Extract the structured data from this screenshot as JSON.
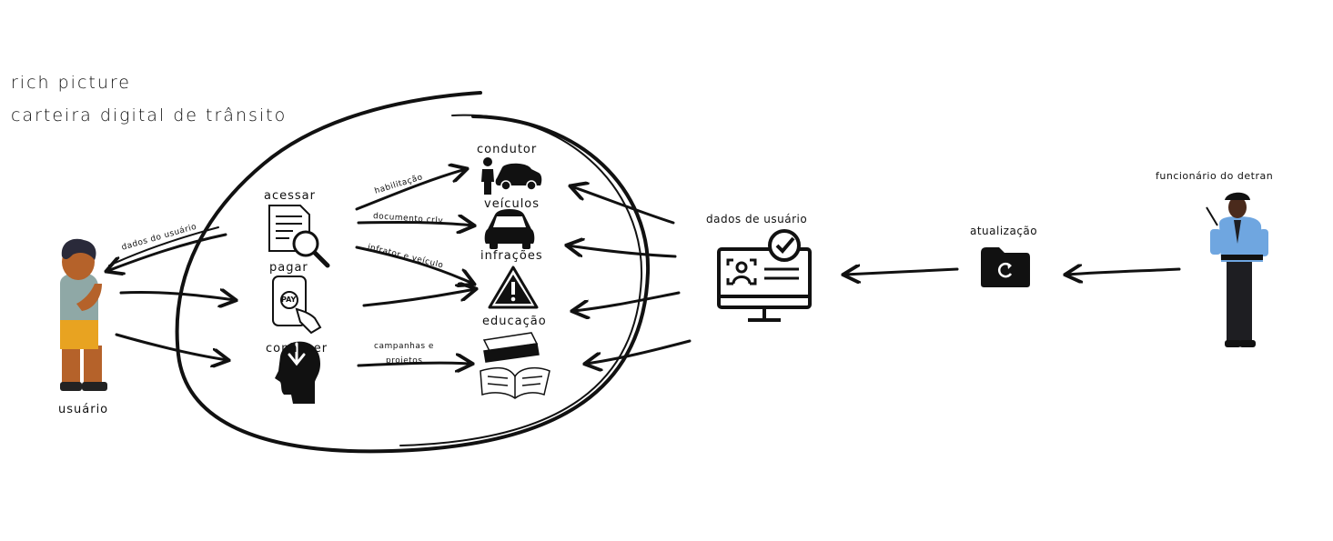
{
  "title": {
    "line1": "rich picture",
    "line2": "carteira digital de trânsito"
  },
  "actors": {
    "user": "usuário",
    "employee": "funcionário do detran"
  },
  "actions": {
    "access": "acessar",
    "pay": "pagar",
    "know": "conhecer"
  },
  "targets": {
    "driver": "condutor",
    "vehicles": "veículos",
    "infractions": "infrações",
    "education": "educação"
  },
  "edge_labels": {
    "user_data_in": "dados do usuário",
    "habilitacao": "habilitação",
    "documento": "documento crlv",
    "infrator": "infrator e veículo",
    "campanhas_1": "campanhas e",
    "campanhas_2": "projetos"
  },
  "right_side": {
    "user_data": "dados de usuário",
    "update": "atualização"
  },
  "icons": {
    "pay_text": "PAY"
  },
  "colors": {
    "ink": "#111111",
    "skin_user": "#b5622a",
    "shirt_user": "#8fa8a6",
    "pants_user": "#e8a321",
    "uniform": "#6fa6e0",
    "skin_officer": "#4a2a1c"
  }
}
